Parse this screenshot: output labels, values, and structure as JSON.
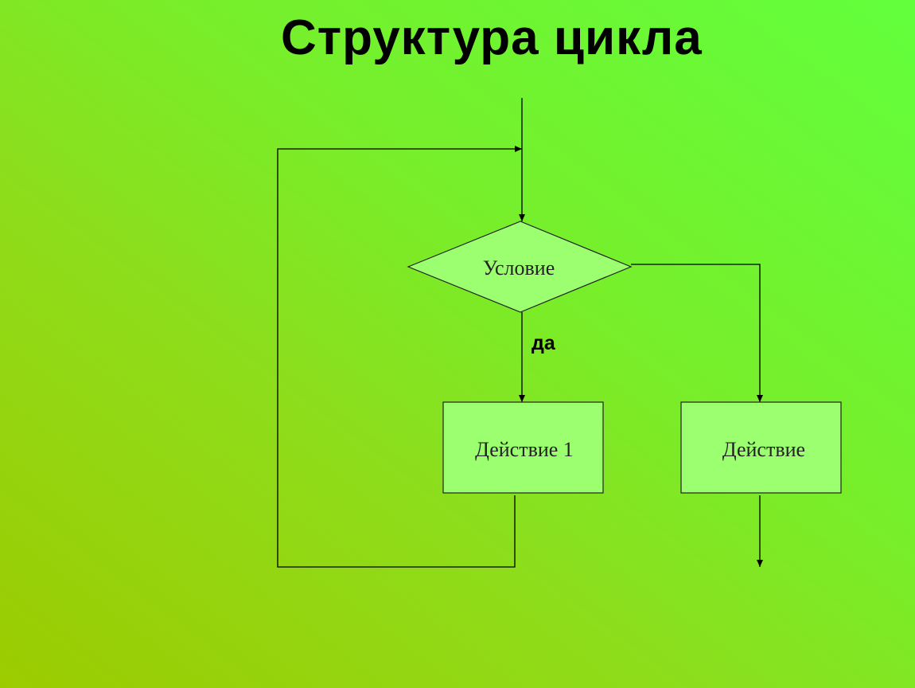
{
  "title": "Структура цикла",
  "nodes": {
    "condition": "Условие",
    "action1": "Действие 1",
    "action": "Действие"
  },
  "edges": {
    "yes_label": "да"
  },
  "colors": {
    "shape_fill": "#9cff70",
    "line": "#000000"
  }
}
